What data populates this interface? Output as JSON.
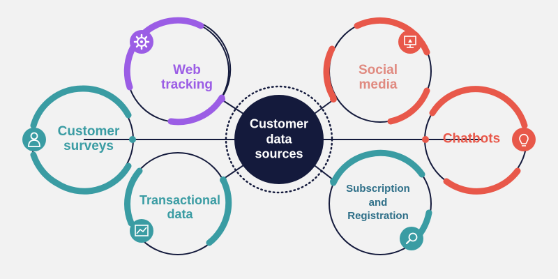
{
  "center": {
    "lines": [
      "Customer",
      "data",
      "sources"
    ]
  },
  "nodes": {
    "web_tracking": {
      "lines": [
        "Web",
        "tracking"
      ],
      "color": "#9b5de5",
      "icon": "gear-icon"
    },
    "customer_surveys": {
      "lines": [
        "Customer",
        "surveys"
      ],
      "color": "#3a9ca3",
      "icon": "person-icon"
    },
    "transactional_data": {
      "lines": [
        "Transactional",
        "data"
      ],
      "color": "#3a9ca3",
      "icon": "chart-icon"
    },
    "social_media": {
      "lines": [
        "Social",
        "media"
      ],
      "color": "#e8584a",
      "label_color": "#e08a80",
      "icon": "screen-icon"
    },
    "chatbots": {
      "lines": [
        "Chatbots"
      ],
      "color": "#e8584a",
      "icon": "lightbulb-icon"
    },
    "subscription": {
      "lines": [
        "Subscription",
        "and",
        "Registration"
      ],
      "color": "#3a9ca3",
      "label_color": "#2e6f88",
      "icon": "search-icon"
    }
  },
  "colors": {
    "dark_navy": "#141a3c",
    "background": "#f2f2f2"
  }
}
